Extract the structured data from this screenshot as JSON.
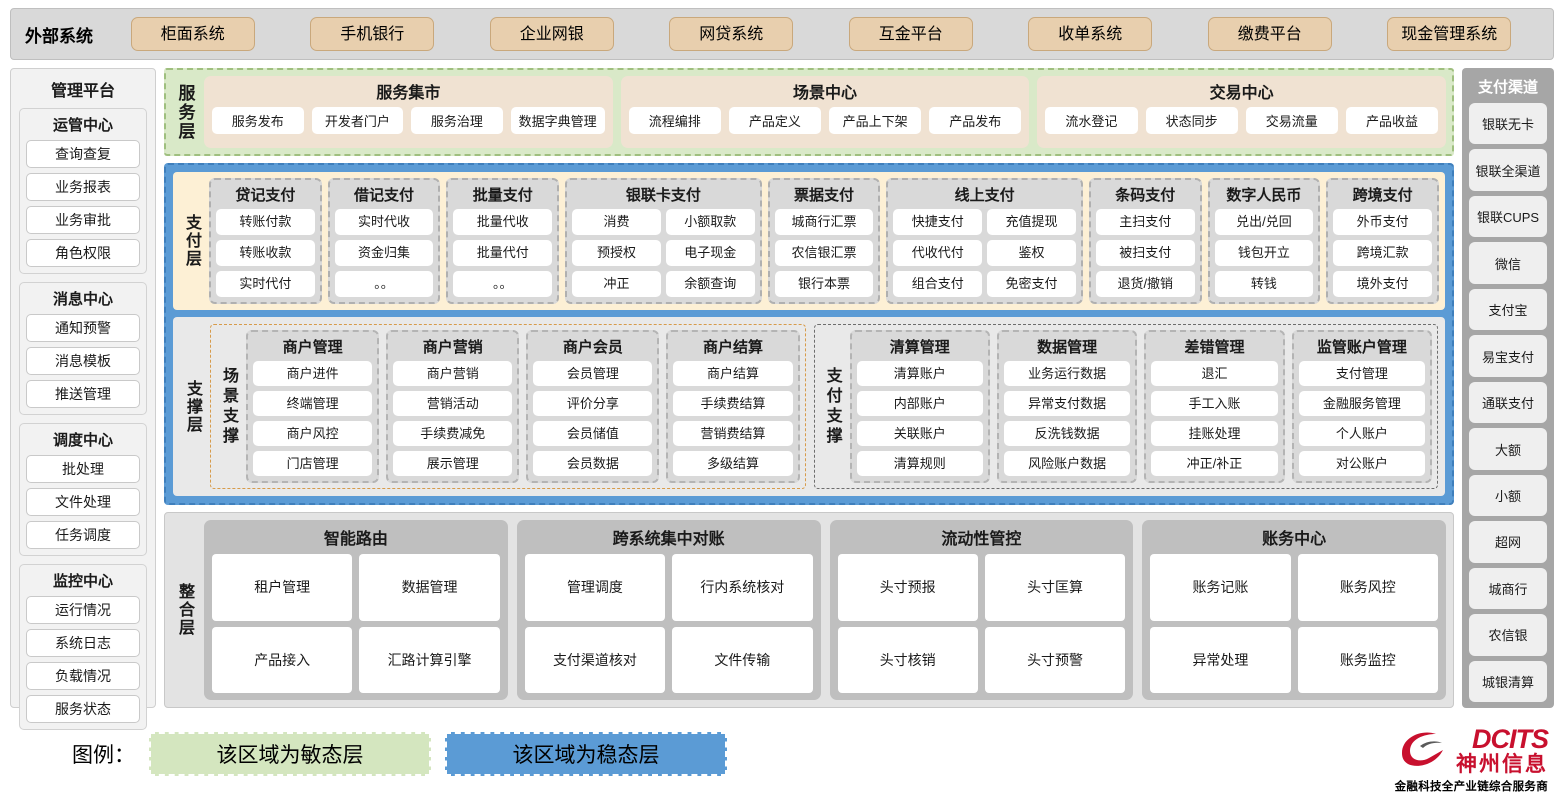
{
  "external": {
    "title": "外部系统",
    "items": [
      "柜面系统",
      "手机银行",
      "企业网银",
      "网贷系统",
      "互金平台",
      "收单系统",
      "缴费平台",
      "现金管理系统"
    ]
  },
  "admin": {
    "title": "管理平台",
    "groups": [
      {
        "title": "运管中心",
        "items": [
          "查询查复",
          "业务报表",
          "业务审批",
          "角色权限"
        ]
      },
      {
        "title": "消息中心",
        "items": [
          "通知预警",
          "消息模板",
          "推送管理"
        ]
      },
      {
        "title": "调度中心",
        "items": [
          "批处理",
          "文件处理",
          "任务调度"
        ]
      },
      {
        "title": "监控中心",
        "items": [
          "运行情况",
          "系统日志",
          "负载情况",
          "服务状态"
        ]
      }
    ]
  },
  "service_layer": {
    "label": "服务层",
    "cards": [
      {
        "title": "服务集市",
        "items": [
          "服务发布",
          "开发者门户",
          "服务治理",
          "数据字典管理"
        ]
      },
      {
        "title": "场景中心",
        "items": [
          "流程编排",
          "产品定义",
          "产品上下架",
          "产品发布"
        ]
      },
      {
        "title": "交易中心",
        "items": [
          "流水登记",
          "状态同步",
          "交易流量",
          "产品收益"
        ]
      }
    ]
  },
  "payment_layer": {
    "label": "支付层",
    "cards": [
      {
        "title": "贷记支付",
        "cols": 1,
        "items": [
          "转账付款",
          "转账收款",
          "实时代付"
        ]
      },
      {
        "title": "借记支付",
        "cols": 1,
        "items": [
          "实时代收",
          "资金归集",
          "。。"
        ]
      },
      {
        "title": "批量支付",
        "cols": 1,
        "items": [
          "批量代收",
          "批量代付",
          "。。"
        ]
      },
      {
        "title": "银联卡支付",
        "cols": 2,
        "items": [
          "消费",
          "小额取款",
          "预授权",
          "电子现金",
          "冲正",
          "余额查询"
        ]
      },
      {
        "title": "票据支付",
        "cols": 1,
        "items": [
          "城商行汇票",
          "农信银汇票",
          "银行本票"
        ]
      },
      {
        "title": "线上支付",
        "cols": 2,
        "items": [
          "快捷支付",
          "充值提现",
          "代收代付",
          "鉴权",
          "组合支付",
          "免密支付"
        ]
      },
      {
        "title": "条码支付",
        "cols": 1,
        "items": [
          "主扫支付",
          "被扫支付",
          "退货/撤销"
        ]
      },
      {
        "title": "数字人民币",
        "cols": 1,
        "items": [
          "兑出/兑回",
          "钱包开立",
          "转钱"
        ]
      },
      {
        "title": "跨境支付",
        "cols": 1,
        "items": [
          "外币支付",
          "跨境汇款",
          "境外支付"
        ]
      }
    ]
  },
  "support_layer": {
    "label": "支撑层",
    "boxes": [
      {
        "label": "场景支撑",
        "cards": [
          {
            "title": "商户管理",
            "items": [
              "商户进件",
              "终端管理",
              "商户风控",
              "门店管理"
            ]
          },
          {
            "title": "商户营销",
            "items": [
              "商户营销",
              "营销活动",
              "手续费减免",
              "展示管理"
            ]
          },
          {
            "title": "商户会员",
            "items": [
              "会员管理",
              "评价分享",
              "会员储值",
              "会员数据"
            ]
          },
          {
            "title": "商户结算",
            "items": [
              "商户结算",
              "手续费结算",
              "营销费结算",
              "多级结算"
            ]
          }
        ]
      },
      {
        "label": "支付支撑",
        "cards": [
          {
            "title": "清算管理",
            "items": [
              "清算账户",
              "内部账户",
              "关联账户",
              "清算规则"
            ]
          },
          {
            "title": "数据管理",
            "items": [
              "业务运行数据",
              "异常支付数据",
              "反洗钱数据",
              "风险账户数据"
            ]
          },
          {
            "title": "差错管理",
            "items": [
              "退汇",
              "手工入账",
              "挂账处理",
              "冲正/补正"
            ]
          },
          {
            "title": "监管账户管理",
            "items": [
              "支付管理",
              "金融服务管理",
              "个人账户",
              "对公账户"
            ]
          }
        ]
      }
    ]
  },
  "integration_layer": {
    "label": "整合层",
    "cards": [
      {
        "title": "智能路由",
        "rows": [
          [
            "租户管理",
            "数据管理"
          ],
          [
            "产品接入",
            "汇路计算引擎"
          ]
        ]
      },
      {
        "title": "跨系统集中对账",
        "rows": [
          [
            "管理调度",
            "行内系统核对"
          ],
          [
            "支付渠道核对",
            "文件传输"
          ]
        ]
      },
      {
        "title": "流动性管控",
        "rows": [
          [
            "头寸预报",
            "头寸匡算"
          ],
          [
            "头寸核销",
            "头寸预警"
          ]
        ]
      },
      {
        "title": "账务中心",
        "rows": [
          [
            "账务记账",
            "账务风控"
          ],
          [
            "异常处理",
            "账务监控"
          ]
        ]
      }
    ]
  },
  "channels": {
    "title": "支付渠道",
    "items": [
      "银联无卡",
      "银联全渠道",
      "银联CUPS",
      "微信",
      "支付宝",
      "易宝支付",
      "通联支付",
      "大额",
      "小额",
      "超网",
      "城商行",
      "农信银",
      "城银清算"
    ]
  },
  "legend": {
    "label": "图例：",
    "agile": "该区域为敏态层",
    "stable": "该区域为稳态层",
    "agile_color": "#d4e6bf",
    "stable_color": "#5b9bd5"
  },
  "brand": {
    "en": "DCITS",
    "cn": "神州信息",
    "tagline": "金融科技全产业链综合服务商",
    "color": "#c8102e"
  }
}
